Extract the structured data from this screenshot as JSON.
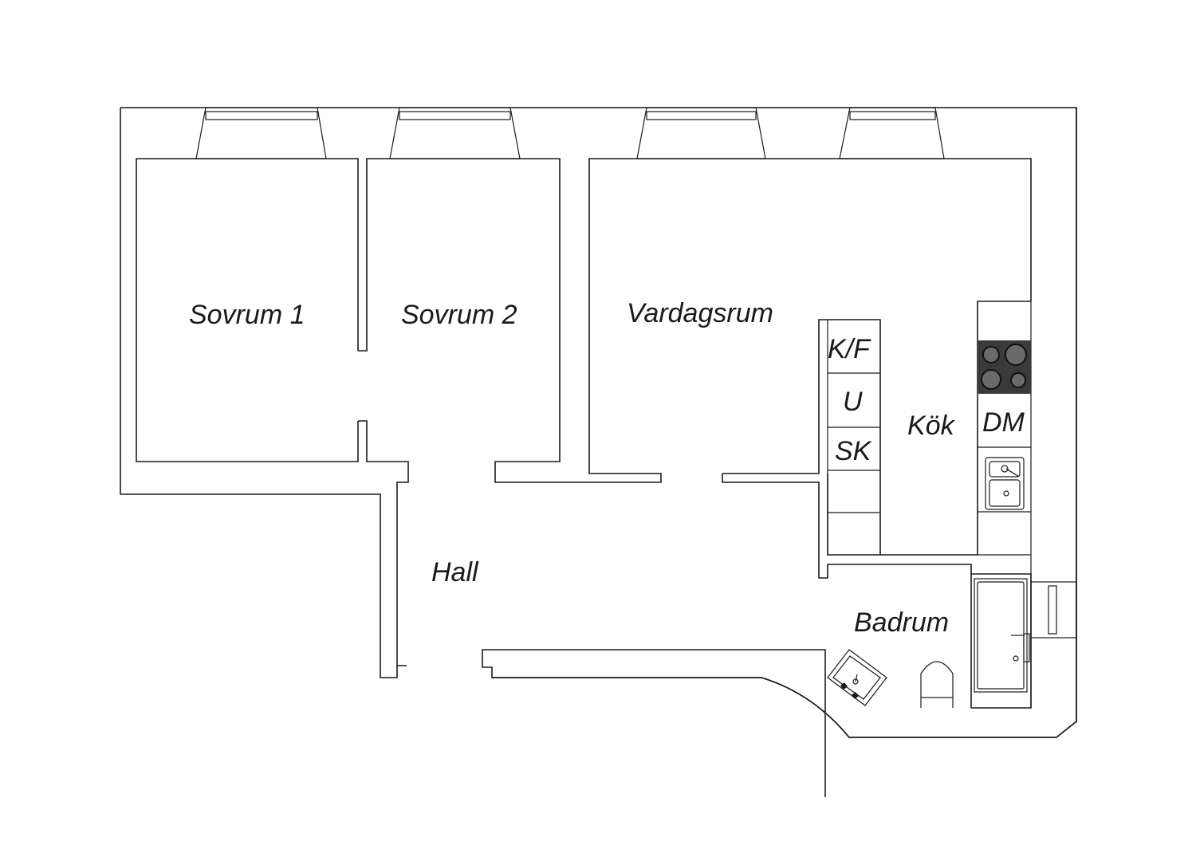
{
  "rooms": {
    "sovrum1": "Sovrum 1",
    "sovrum2": "Sovrum 2",
    "vardagsrum": "Vardagsrum",
    "kok": "Kök",
    "hall": "Hall",
    "badrum": "Badrum"
  },
  "fixtures": {
    "kf": "K/F",
    "u": "U",
    "sk": "SK",
    "dm": "DM"
  }
}
